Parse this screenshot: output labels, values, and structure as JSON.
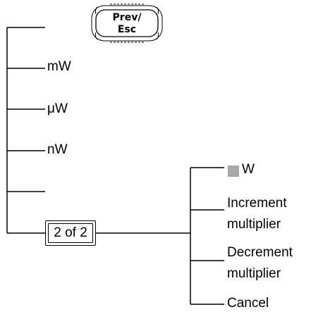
{
  "esc_key": {
    "line1": "Prev/",
    "line2": "Esc"
  },
  "left_menu": {
    "items": [
      {
        "label": ""
      },
      {
        "label": "mW"
      },
      {
        "label": "μW"
      },
      {
        "label": "nW"
      },
      {
        "label": ""
      }
    ],
    "page_key_label": "2 of 2"
  },
  "right_menu": {
    "items": [
      {
        "label": "W",
        "has_swatch": true,
        "swatch_color": "#a8a8a8"
      },
      {
        "label": "Increment\nmultiplier"
      },
      {
        "label": "Decrement\nmultiplier"
      },
      {
        "label": "Cancel"
      }
    ],
    "item1_line1": "Increment",
    "item1_line2": "multiplier",
    "item2_line1": "Decrement",
    "item2_line2": "multiplier"
  }
}
